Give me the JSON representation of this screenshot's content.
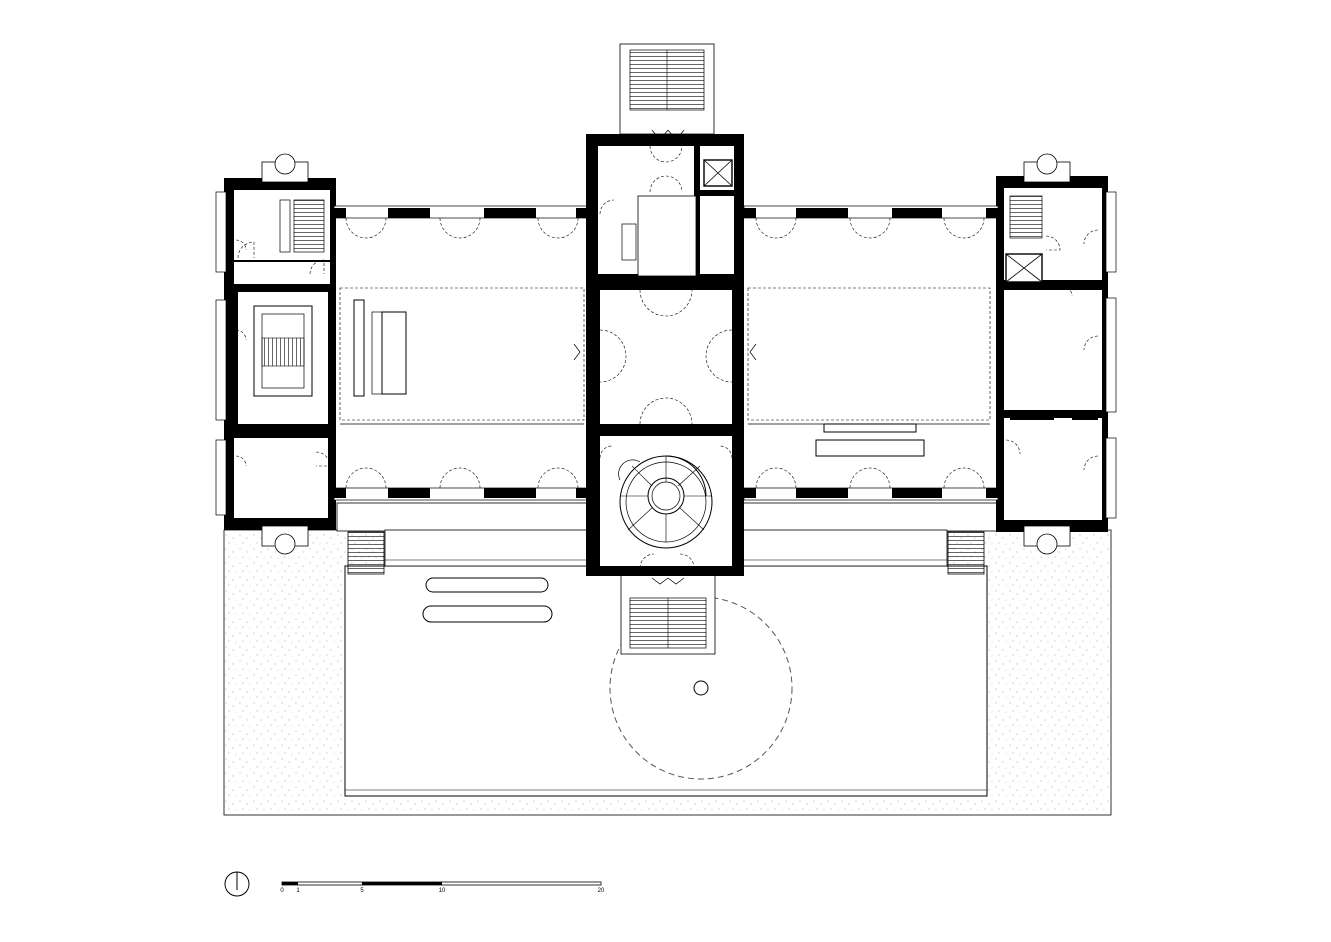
{
  "scale_bar": {
    "labels": [
      "0",
      "1",
      "5",
      "10",
      "20"
    ]
  },
  "icons": {
    "north": "north-arrow-icon"
  }
}
